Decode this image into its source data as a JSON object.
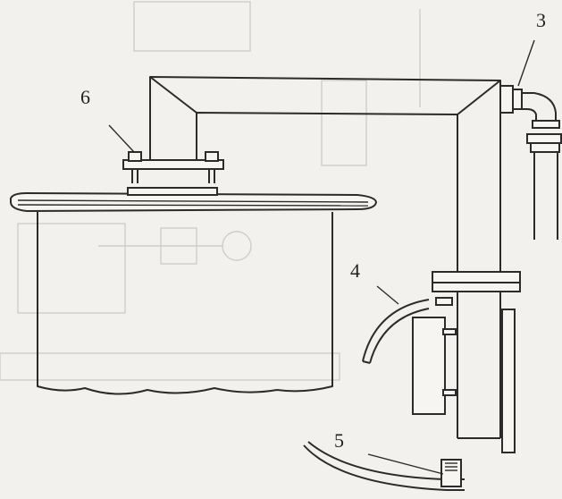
{
  "diagram": {
    "callouts": [
      {
        "id": "6",
        "text": "6"
      },
      {
        "id": "3",
        "text": "3"
      },
      {
        "id": "4",
        "text": "4"
      },
      {
        "id": "5",
        "text": "5"
      }
    ]
  },
  "colors": {
    "ink": "#2b2b2b",
    "paper": "#f2f1ee",
    "ghost_print": "#cfcdc8"
  }
}
